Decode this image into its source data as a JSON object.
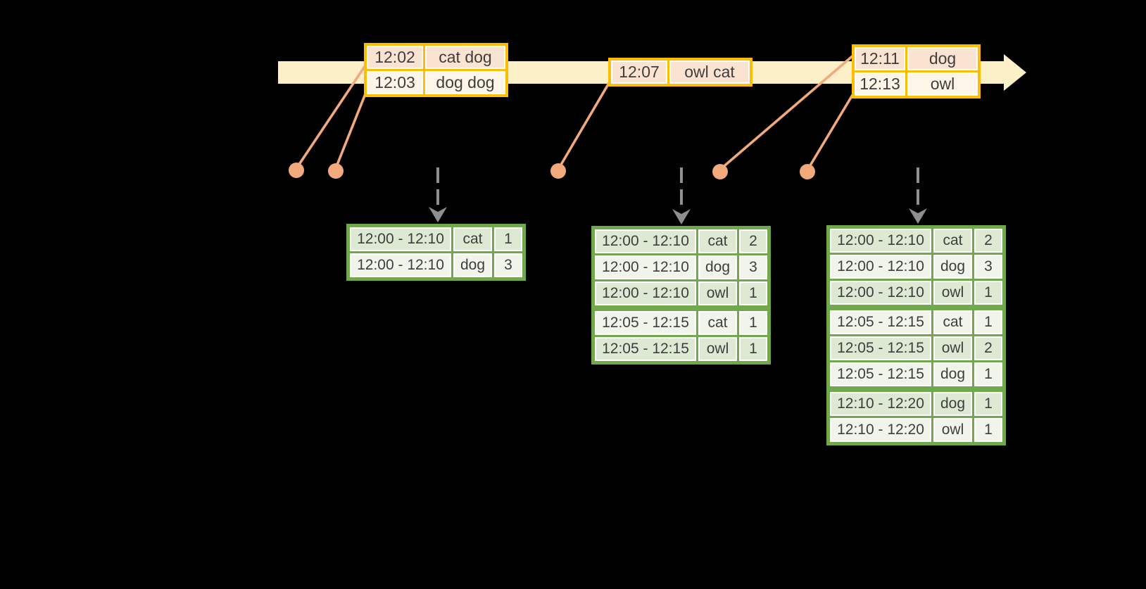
{
  "diagram": {
    "kind": "windowed-grouped-aggregation-timeline",
    "background": "#000000"
  },
  "colors": {
    "timeline_band": "#fbf0c7",
    "event_table_border": "#fdbd01",
    "event_row_peach": "#fbe3d1",
    "event_row_cream": "#fdf5e7",
    "connector_salmon": "#f2aa7c",
    "result_table_border": "#71a84b",
    "result_row_dark": "#dde9d3",
    "result_row_light": "#f0f4eb",
    "trigger_arrow_gray": "#8f8f8f",
    "text": "#3e3e3e"
  },
  "timeline": {
    "event_tables": [
      {
        "rows": [
          {
            "time": "12:02",
            "words": "cat dog"
          },
          {
            "time": "12:03",
            "words": "dog dog"
          }
        ]
      },
      {
        "rows": [
          {
            "time": "12:07",
            "words": "owl cat"
          }
        ]
      },
      {
        "rows": [
          {
            "time": "12:11",
            "words": "dog"
          },
          {
            "time": "12:13",
            "words": "owl"
          }
        ]
      }
    ]
  },
  "result_tables": [
    {
      "rows": [
        {
          "window": "12:00 - 12:10",
          "word": "cat",
          "count": "1"
        },
        {
          "window": "12:00 - 12:10",
          "word": "dog",
          "count": "3"
        }
      ]
    },
    {
      "rows": [
        {
          "window": "12:00 - 12:10",
          "word": "cat",
          "count": "2"
        },
        {
          "window": "12:00 - 12:10",
          "word": "dog",
          "count": "3"
        },
        {
          "window": "12:00 - 12:10",
          "word": "owl",
          "count": "1"
        },
        {
          "window": "12:05 - 12:15",
          "word": "cat",
          "count": "1"
        },
        {
          "window": "12:05 - 12:15",
          "word": "owl",
          "count": "1"
        }
      ]
    },
    {
      "rows": [
        {
          "window": "12:00 - 12:10",
          "word": "cat",
          "count": "2"
        },
        {
          "window": "12:00 - 12:10",
          "word": "dog",
          "count": "3"
        },
        {
          "window": "12:00 - 12:10",
          "word": "owl",
          "count": "1"
        },
        {
          "window": "12:05 - 12:15",
          "word": "cat",
          "count": "1"
        },
        {
          "window": "12:05 - 12:15",
          "word": "owl",
          "count": "2"
        },
        {
          "window": "12:05 - 12:15",
          "word": "dog",
          "count": "1"
        },
        {
          "window": "12:10 - 12:20",
          "word": "dog",
          "count": "1"
        },
        {
          "window": "12:10 - 12:20",
          "word": "owl",
          "count": "1"
        }
      ]
    }
  ]
}
